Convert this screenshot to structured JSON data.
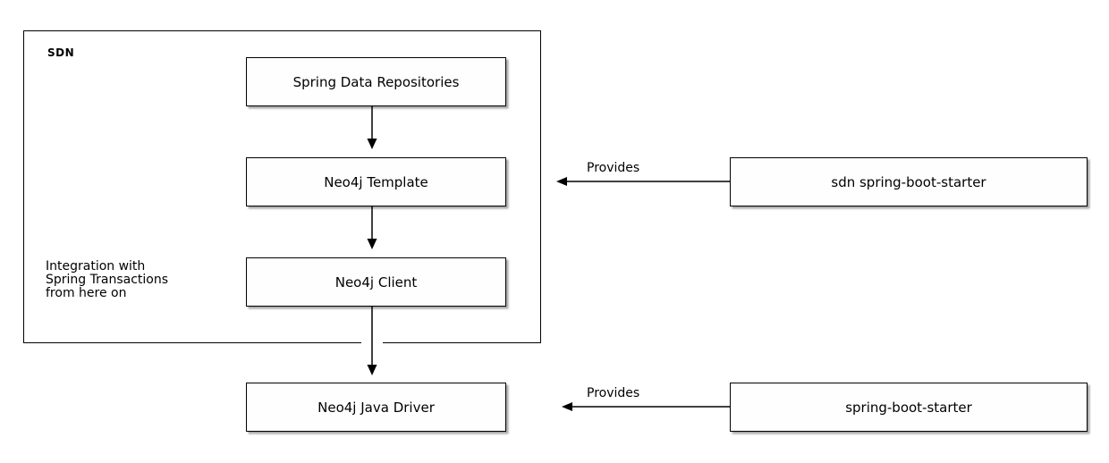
{
  "package": {
    "label": "SDN",
    "note": "Integration with\nSpring Transactions\nfrom here on"
  },
  "nodes": {
    "spring_data_repositories": "Spring Data Repositories",
    "neo4j_template": "Neo4j Template",
    "neo4j_client": "Neo4j Client",
    "neo4j_java_driver": "Neo4j Java Driver",
    "sdn_spring_boot_starter": "sdn spring-boot-starter",
    "spring_boot_starter": "spring-boot-starter"
  },
  "edges": {
    "provides_top": "Provides",
    "provides_bottom": "Provides"
  },
  "colors": {
    "background": "#ffffff",
    "node_fill": "#fefefe",
    "line": "#000000",
    "text": "#000000"
  }
}
